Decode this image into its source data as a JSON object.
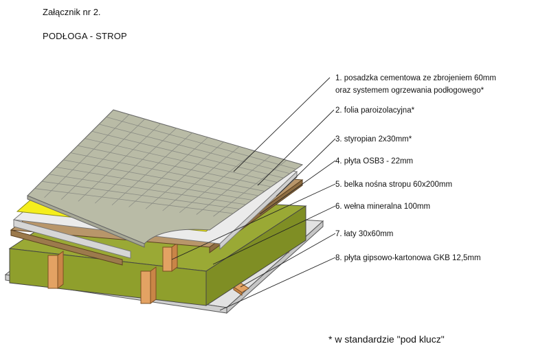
{
  "header": {
    "attachment": "Załącznik nr 2.",
    "section_title": "PODŁOGA - STROP"
  },
  "layers": [
    {
      "number": "1.",
      "label_lines": [
        "posadzka cementowa ze zbrojeniem 60mm",
        "oraz systemem ogrzewania podłogowego*"
      ]
    },
    {
      "number": "2.",
      "label_lines": [
        "folia paroizolacyjna*"
      ]
    },
    {
      "number": "3.",
      "label_lines": [
        "styropian 2x30mm*"
      ]
    },
    {
      "number": "4.",
      "label_lines": [
        "płyta OSB3 - 22mm"
      ]
    },
    {
      "number": "5.",
      "label_lines": [
        "belka nośna stropu 60x200mm"
      ]
    },
    {
      "number": "6.",
      "label_lines": [
        "wełna mineralna 100mm"
      ]
    },
    {
      "number": "7.",
      "label_lines": [
        "łaty 30x60mm"
      ]
    },
    {
      "number": "8.",
      "label_lines": [
        "płyta gipsowo-kartonowa GKB 12,5mm"
      ]
    }
  ],
  "footnote": "* w standardzie \"pod klucz\"",
  "colors": {
    "concrete": "#b9bba6",
    "concrete_grid": "#8a8c84",
    "vapor_foil": "#f5ee1c",
    "styrofoam": "#ebebeb",
    "osb": "#b8966a",
    "beam": "#e3a263",
    "mineral_wool": "#9aa935",
    "gypsum": "#e2e2e2",
    "leader_line": "#222222"
  }
}
